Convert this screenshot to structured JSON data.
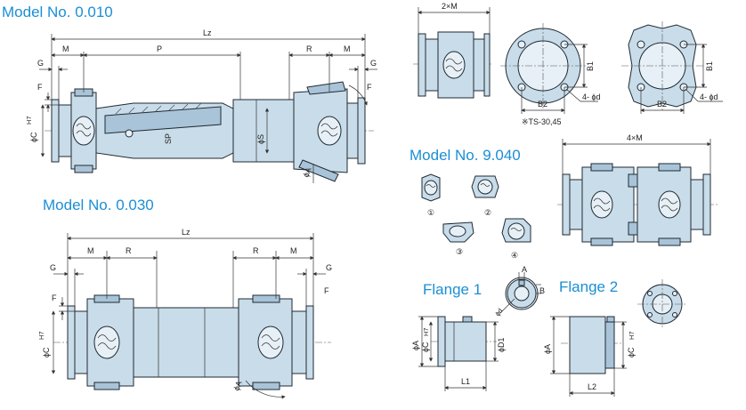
{
  "titles": {
    "model_010": "Model No. 0.010",
    "model_030": "Model No. 0.030",
    "model_9040": "Model No. 9.040",
    "flange1": "Flange 1",
    "flange2": "Flange 2"
  },
  "dims_010": {
    "lz": "Lz",
    "p": "P",
    "r": "R",
    "m1": "M",
    "m2": "M",
    "g1": "G",
    "g2": "G",
    "f1": "F",
    "f2": "F",
    "c": "ϕC",
    "c_sup": "H7",
    "sp": "SP",
    "s": "ϕS",
    "a": "ϕA"
  },
  "dims_030": {
    "lz": "Lz",
    "r1": "R",
    "r2": "R",
    "m1": "M",
    "m2": "M",
    "g1": "G",
    "g2": "G",
    "f1": "F",
    "f2": "F",
    "c": "ϕC",
    "c_sup": "H7",
    "a": "ϕA"
  },
  "dims_flange_top": {
    "two_m": "2×M",
    "b1a": "B1",
    "b2a": "B2",
    "b1b": "B1",
    "b2b": "B2",
    "hole_a": "4- ϕd",
    "hole_b": "4- ϕd",
    "note": "※TS-30,45"
  },
  "dims_9040": {
    "four_m": "4×M",
    "c1": "①",
    "c2": "②",
    "c3": "③",
    "c4": "④"
  },
  "dims_flange1": {
    "a": "ϕA",
    "c": "ϕC",
    "c_sup": "H7",
    "d1": "ϕD1",
    "l1": "L1",
    "key_a": "A",
    "key_b": "B",
    "d2": "ϕd"
  },
  "dims_flange2": {
    "a": "ϕA",
    "c": "ϕC",
    "c_sup": "H7",
    "l2": "L2"
  },
  "colors": {
    "title_blue": "#1b8fd4",
    "body_blue": "#c9dce9",
    "dark_blue": "#a9c4d8",
    "outline": "#1f2a33"
  }
}
